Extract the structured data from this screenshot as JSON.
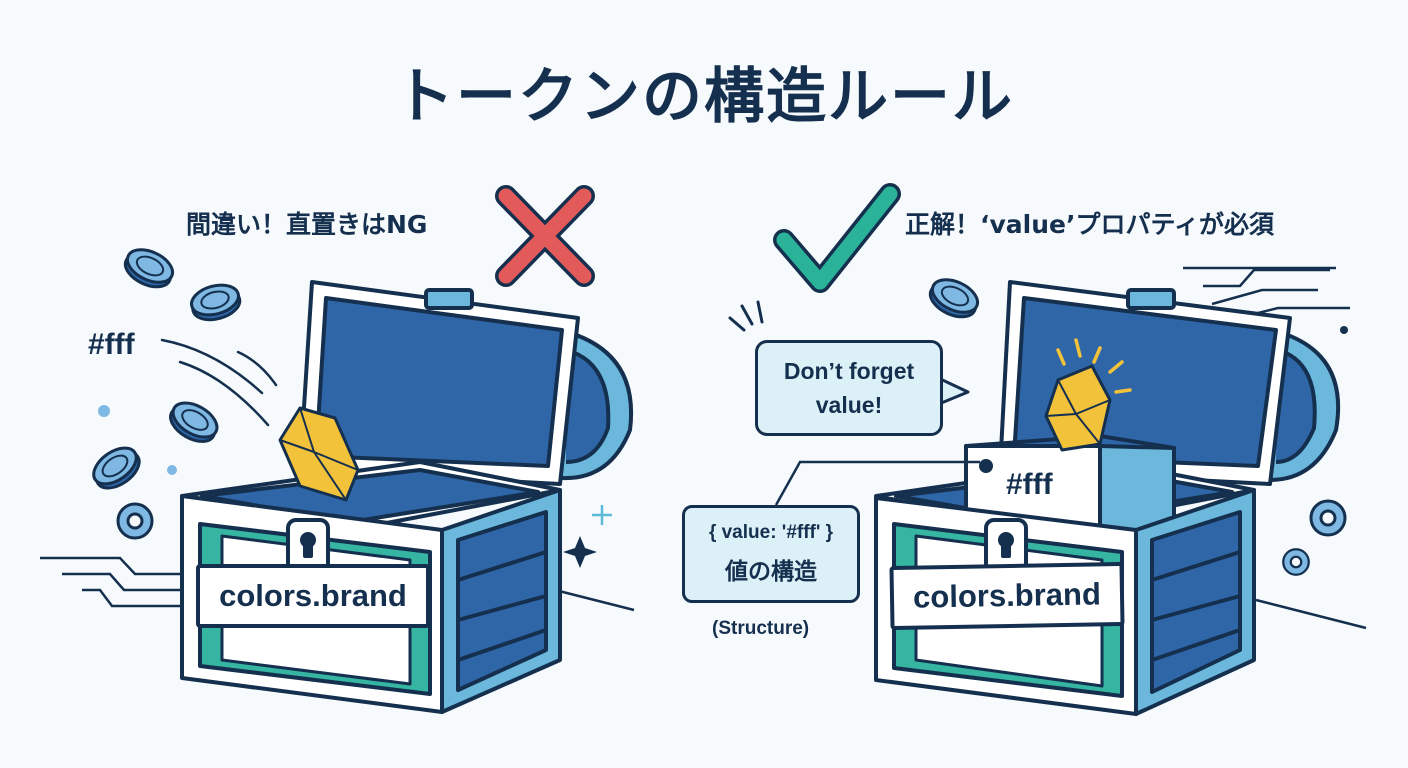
{
  "title": "トークンの構造ルール",
  "wrong": {
    "label": "間違い！直置きはNG",
    "loose_value": "#fff",
    "chest_plate": "colors.brand",
    "mark_icon": "cross-icon",
    "mark_color": "#e25a5a"
  },
  "right": {
    "label": "正解！‘value’プロパティが必須",
    "speech_line1": "Don’t forget",
    "speech_line2": "value!",
    "inner_box_value": "#fff",
    "callout_code": "{ value: '#fff' }",
    "callout_label": "値の構造",
    "callout_note": "(Structure)",
    "chest_plate": "colors.brand",
    "mark_icon": "check-icon",
    "mark_color": "#2bb39a"
  },
  "colors": {
    "ink": "#15304f",
    "chest_blue": "#2f66a8",
    "chest_light": "#6bb8dc",
    "teal": "#35b5a2",
    "gem": "#f2c23a"
  }
}
